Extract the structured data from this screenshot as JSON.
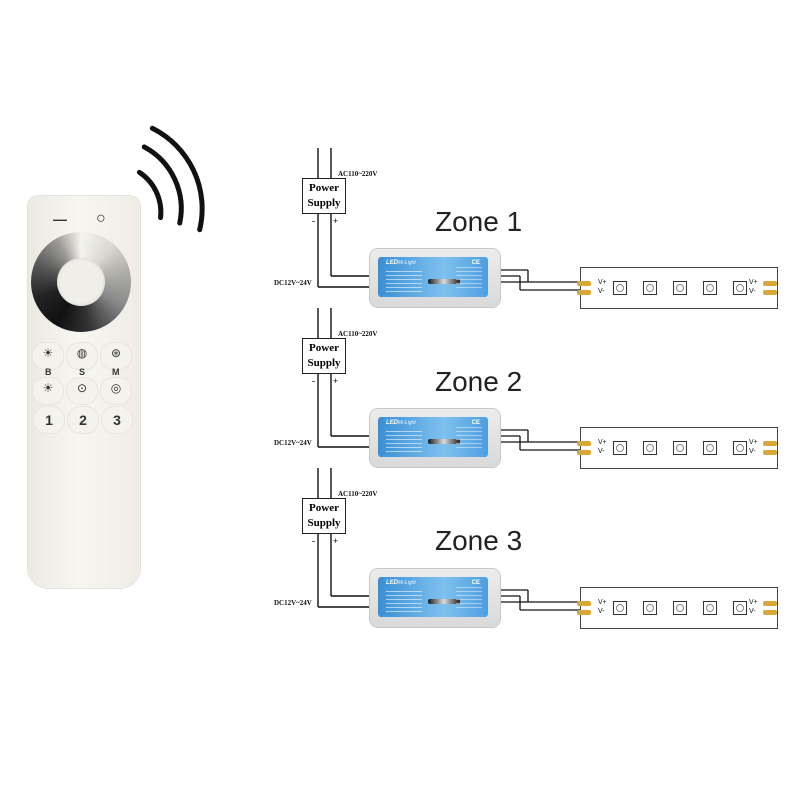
{
  "remote": {
    "top_buttons": [
      "—",
      "○"
    ],
    "mode_buttons": [
      {
        "top_symbol": "☀",
        "letter": "B",
        "bottom_symbol": "☀"
      },
      {
        "top_symbol": "◍",
        "letter": "S",
        "bottom_symbol": "⊙"
      },
      {
        "top_symbol": "⊛",
        "letter": "M",
        "bottom_symbol": "◎"
      }
    ],
    "zone_buttons": [
      "1",
      "2",
      "3"
    ]
  },
  "zones": [
    {
      "title": "Zone 1",
      "psu_line1": "Power",
      "psu_line2": "Supply",
      "ac_label": "AC110~220V",
      "dc_label": "DC12V~24V",
      "minus": "-",
      "plus": "+",
      "strip_vplus": "V+",
      "strip_vminus": "V-"
    },
    {
      "title": "Zone 2",
      "psu_line1": "Power",
      "psu_line2": "Supply",
      "ac_label": "AC110~220V",
      "dc_label": "DC12V~24V",
      "minus": "-",
      "plus": "+",
      "strip_vplus": "V+",
      "strip_vminus": "V-"
    },
    {
      "title": "Zone 3",
      "psu_line1": "Power",
      "psu_line2": "Supply",
      "ac_label": "AC110~220V",
      "dc_label": "DC12V~24V",
      "minus": "-",
      "plus": "+",
      "strip_vplus": "V+",
      "strip_vminus": "V-"
    }
  ],
  "controller": {
    "led_text": "LED",
    "brand_text": "Mi-Light",
    "ce_text": "CE"
  },
  "colors": {
    "wire": "#111111",
    "strip_pad": "#d7a73a",
    "controller_label": "#3a8fd6"
  }
}
